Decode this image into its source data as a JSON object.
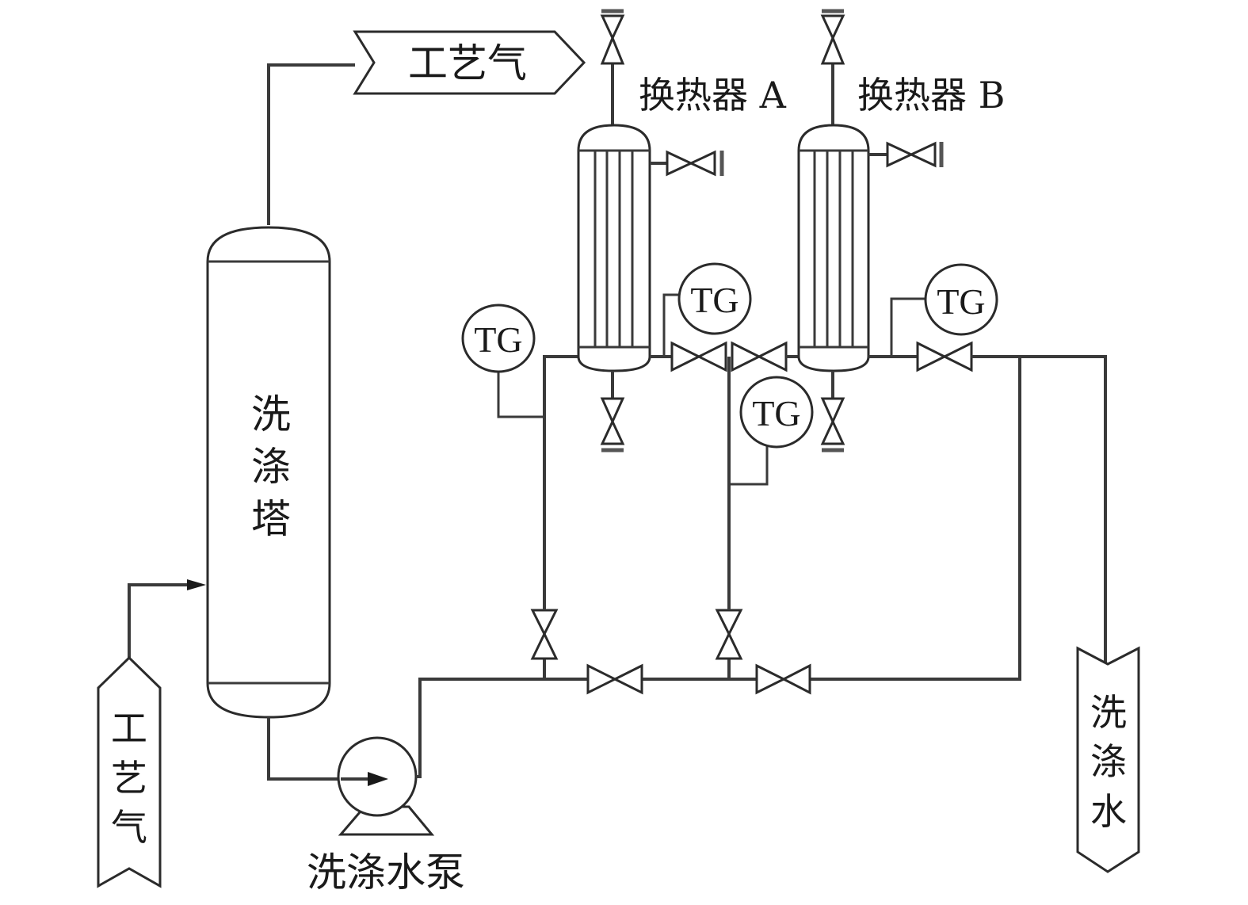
{
  "diagram": {
    "type": "process-flow",
    "labels": {
      "process_gas_out": "工艺气",
      "process_gas_in": [
        "工",
        "艺",
        "气"
      ],
      "wash_tower": [
        "洗",
        "涤",
        "塔"
      ],
      "wash_water_pump": "洗涤水泵",
      "wash_water_out": [
        "洗",
        "涤",
        "水"
      ],
      "heat_exchanger_a": "换热器 A",
      "heat_exchanger_b": "换热器 B",
      "tg": "TG"
    },
    "equipment": [
      {
        "id": "wash-tower",
        "label": "洗涤塔"
      },
      {
        "id": "wash-water-pump",
        "label": "洗涤水泵"
      },
      {
        "id": "heat-exchanger-a",
        "label": "换热器 A"
      },
      {
        "id": "heat-exchanger-b",
        "label": "换热器 B"
      }
    ],
    "instruments": [
      "TG",
      "TG",
      "TG",
      "TG",
      "TG"
    ],
    "streams": [
      {
        "from": "工艺气 (inlet)",
        "to": "洗涤塔"
      },
      {
        "from": "洗涤塔 (top)",
        "to": "工艺气 (outlet)"
      },
      {
        "from": "洗涤塔 (bottom)",
        "to": "洗涤水泵"
      },
      {
        "from": "洗涤水泵",
        "to": "换热器 A / 换热器 B"
      },
      {
        "from": "换热器 B",
        "to": "洗涤水 (outlet)"
      }
    ]
  }
}
